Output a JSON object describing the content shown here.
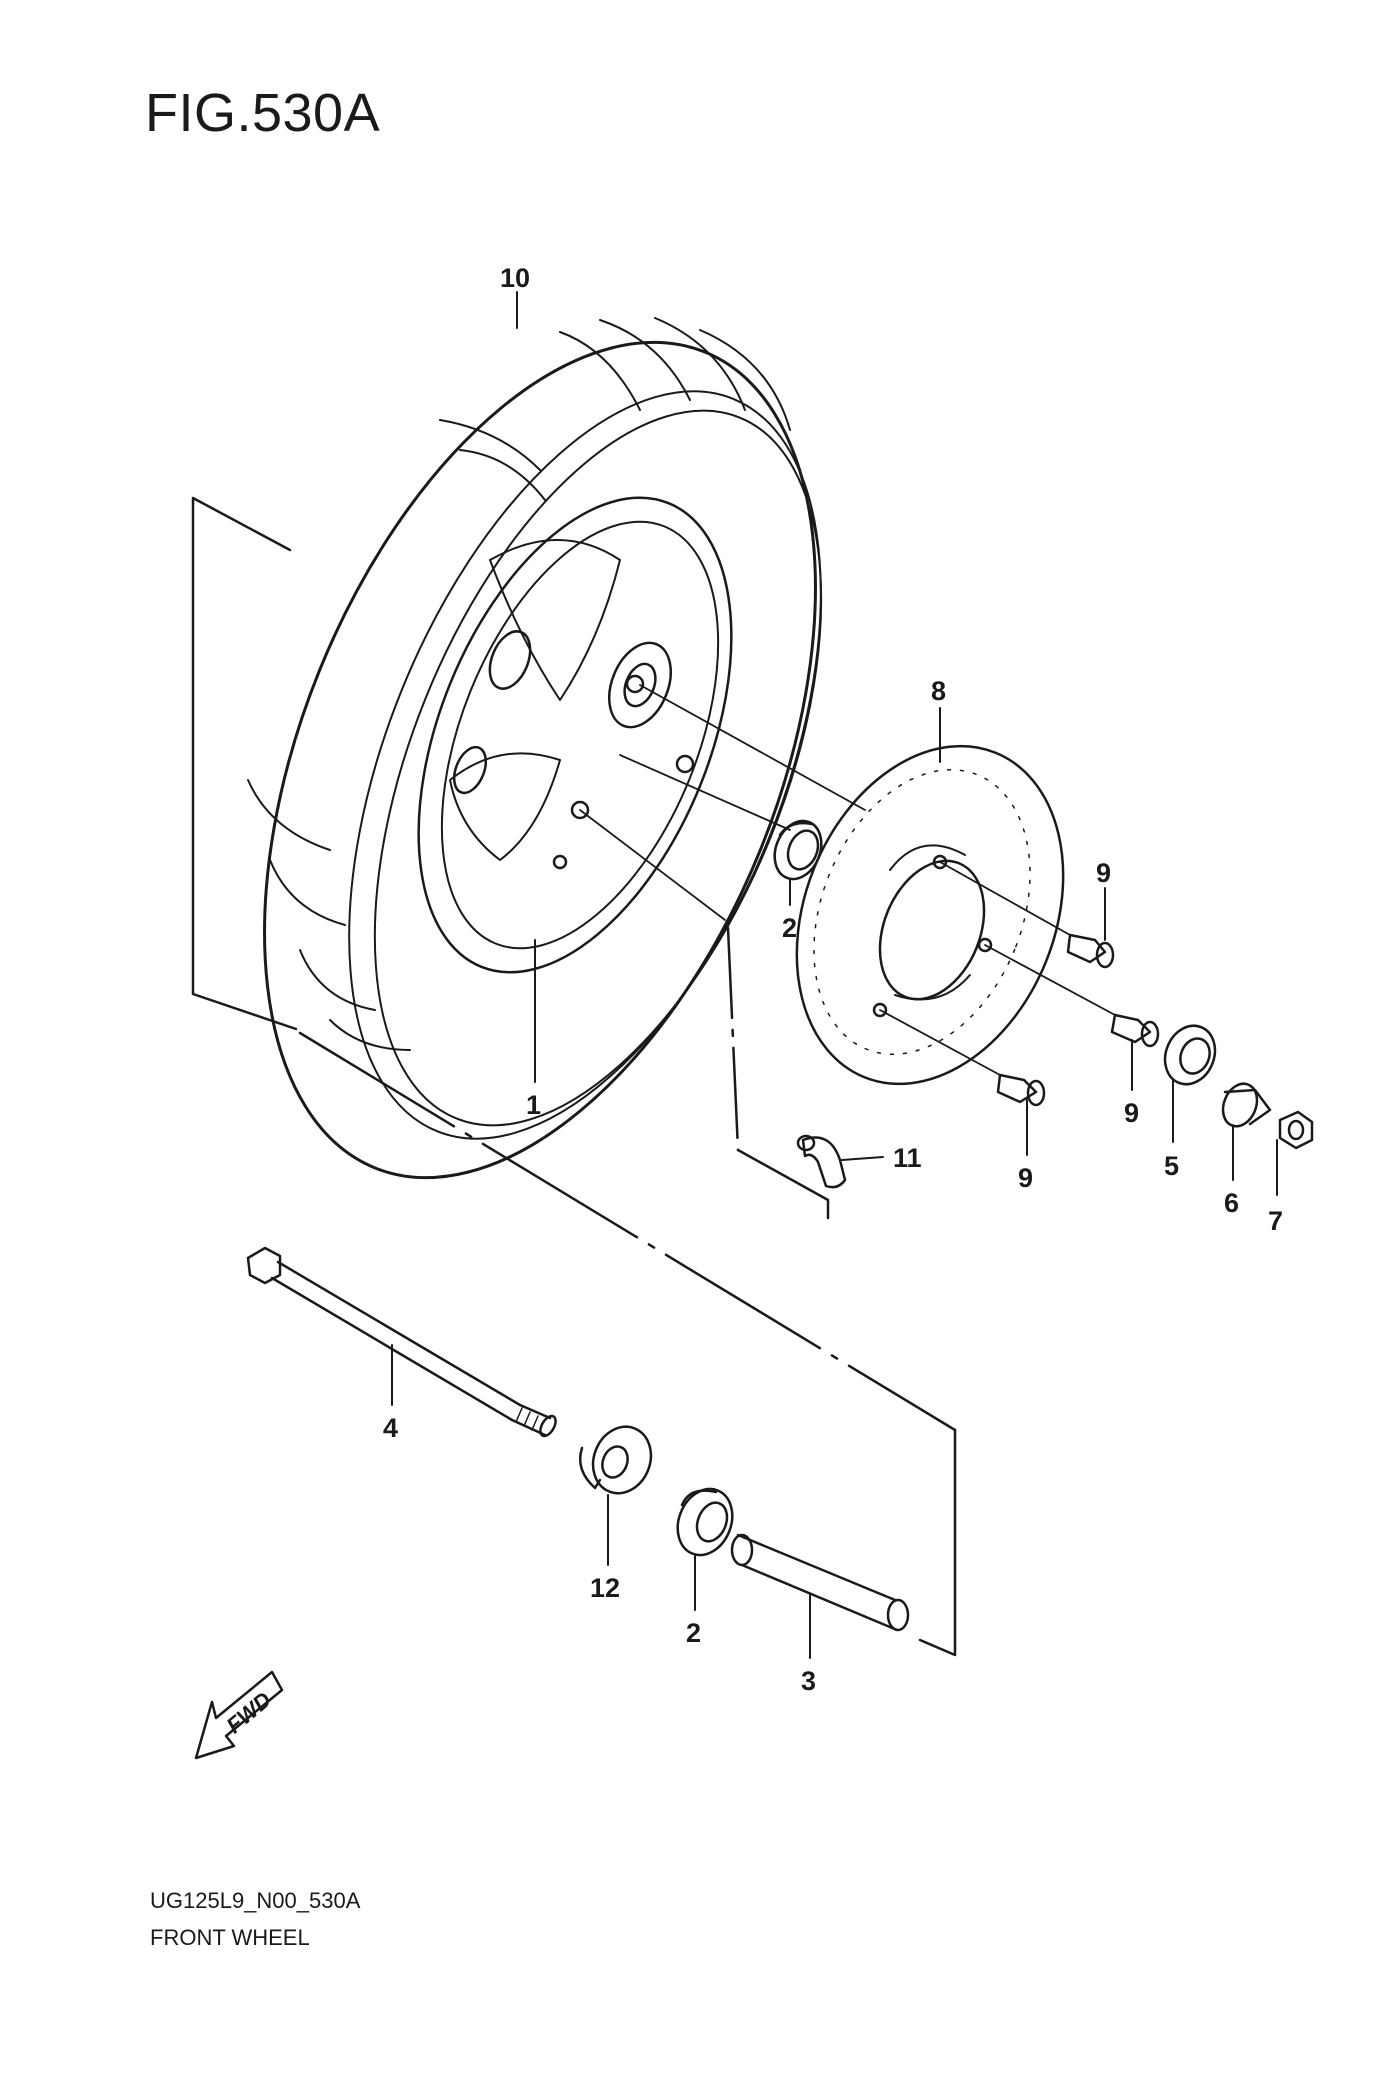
{
  "figure": {
    "title": "FIG.530A"
  },
  "callouts": [
    {
      "id": "tire",
      "label": "10"
    },
    {
      "id": "wheel",
      "label": "1"
    },
    {
      "id": "brake-disc",
      "label": "8"
    },
    {
      "id": "bearing-upper",
      "label": "2"
    },
    {
      "id": "bolt-a",
      "label": "9"
    },
    {
      "id": "bolt-b",
      "label": "9"
    },
    {
      "id": "bolt-c",
      "label": "9"
    },
    {
      "id": "collar-bearing",
      "label": "5"
    },
    {
      "id": "spacer",
      "label": "6"
    },
    {
      "id": "nut",
      "label": "7"
    },
    {
      "id": "valve",
      "label": "11"
    },
    {
      "id": "axle",
      "label": "4"
    },
    {
      "id": "spacer-cap",
      "label": "12"
    },
    {
      "id": "bearing-lower",
      "label": "2"
    },
    {
      "id": "sleeve",
      "label": "3"
    }
  ],
  "fwd_label": "FWD",
  "footer": {
    "code": "UG125L9_N00_530A",
    "name": "FRONT WHEEL"
  }
}
